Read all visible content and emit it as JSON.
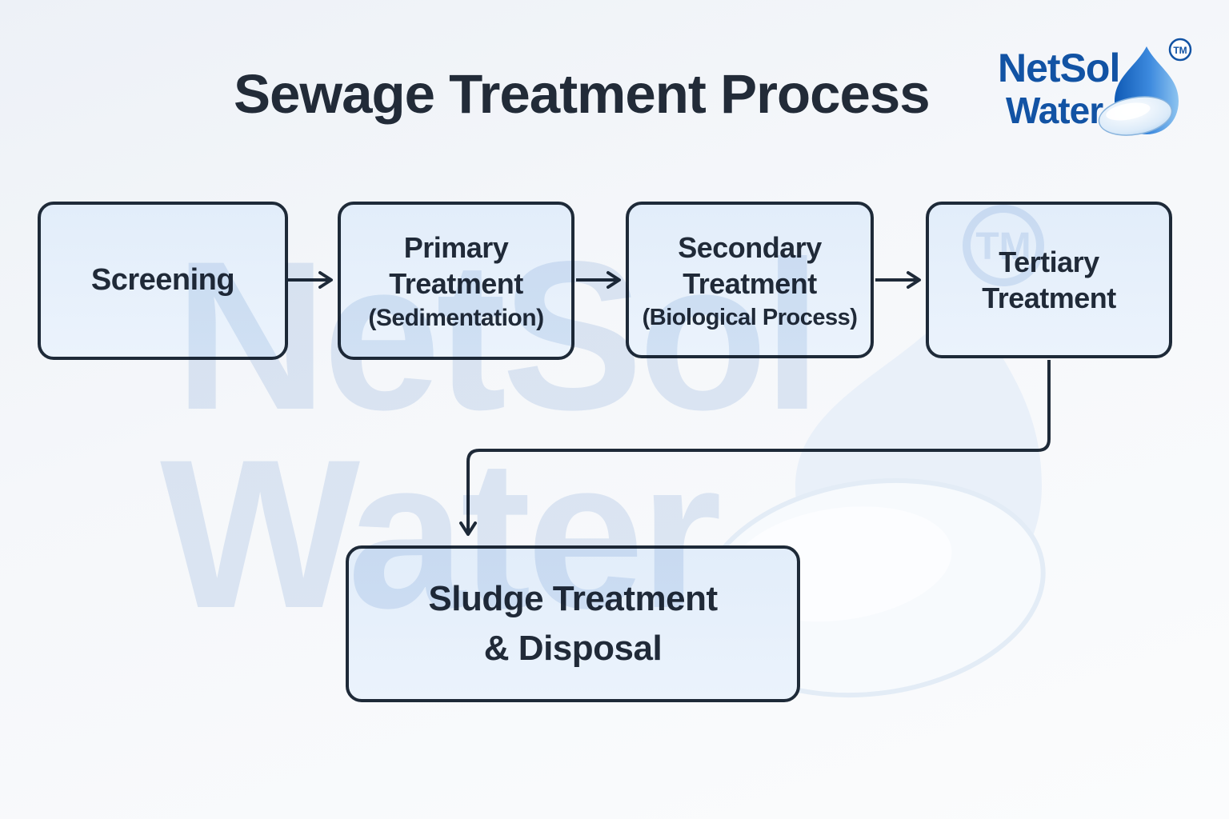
{
  "title": "Sewage Treatment Process",
  "logo": {
    "name_top": "NetSol",
    "name_bottom": "Water",
    "trademark": "TM",
    "brand_blue": "#1253a4"
  },
  "watermark": {
    "text_top": "NetSol",
    "text_bottom": "Water",
    "trademark": "TM"
  },
  "diagram": {
    "type": "flowchart",
    "nodes": [
      {
        "id": "screening",
        "label": "Screening",
        "lines": [
          "Screening"
        ],
        "sublabel": ""
      },
      {
        "id": "primary-treatment",
        "label": "Primary Treatment (Sedimentation)",
        "lines": [
          "Primary",
          "Treatment"
        ],
        "sublabel": "(Sedimentation)"
      },
      {
        "id": "secondary-treatment",
        "label": "Secondary Treatment (Biological Process)",
        "lines": [
          "Secondary",
          "Treatment"
        ],
        "sublabel": "(Biological Process)"
      },
      {
        "id": "tertiary-treatment",
        "label": "Tertiary Treatment",
        "lines": [
          "Tertiary",
          "Treatment"
        ],
        "sublabel": ""
      },
      {
        "id": "sludge-treatment-disposal",
        "label": "Sludge Treatment & Disposal",
        "lines": [
          "Sludge Treatment",
          "& Disposal"
        ],
        "sublabel": ""
      }
    ],
    "edges": [
      {
        "from": "screening",
        "to": "primary-treatment"
      },
      {
        "from": "primary-treatment",
        "to": "secondary-treatment"
      },
      {
        "from": "secondary-treatment",
        "to": "tertiary-treatment"
      },
      {
        "from": "tertiary-treatment",
        "to": "sludge-treatment-disposal"
      }
    ],
    "colors": {
      "box_fill": "#e6effb",
      "box_border": "#1e2a38",
      "text": "#202a38",
      "connector": "#1e2a38",
      "background": "#f6f8fb",
      "watermark_blue": "#e2ebf6"
    }
  }
}
